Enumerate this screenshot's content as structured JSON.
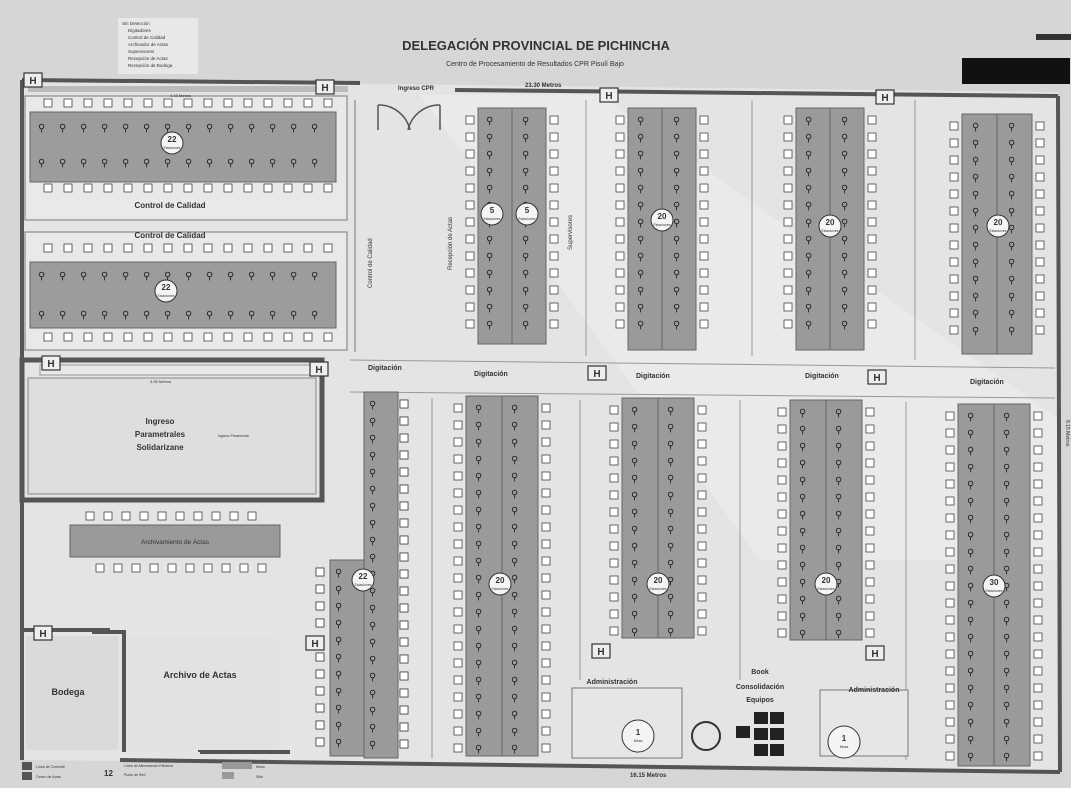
{
  "header": {
    "title": "DELEGACIÓN PROVINCIAL DE PICHINCHA",
    "subtitle": "Centro de Procesamiento de Resultados CPR Pisulí Bajo",
    "legend_items": [
      "Sin Detección",
      "Digitadores",
      "Control de Calidad",
      "Archivador de Actas",
      "Supervisores",
      "Recepción de Actas",
      "Recepción de Bodega"
    ]
  },
  "dimensions": {
    "top_main": "23.30 Metros",
    "bottom": "16.15 Metros",
    "right": "8.15 Metros",
    "top_left_small": "4.15 Metros",
    "mid_left_small": "3.95 Metros"
  },
  "rooms": {
    "entry": "Ingreso CPR",
    "control_calidad_top": "Control de Calidad",
    "control_calidad_mid": "Control de Calidad",
    "ingreso_box": [
      "Ingreso",
      "Parametrales",
      "Solidarizane"
    ],
    "ingreso_note": "Ingreso Paramental",
    "archivamiento": "Archivamiento de Actas",
    "bodega": "Bodega",
    "archivo": "Archivo de Actas",
    "administracion_left": "Administración",
    "administracion_right": "Administración",
    "book": [
      "Book",
      "Consolidación",
      "Equipos"
    ],
    "control_vertical": "Control de Calidad",
    "recepcion_vertical": "Recepción de Actas",
    "supervisores_vertical": "Supervisores"
  },
  "digitacion": [
    "Digitación",
    "Digitación",
    "Digitación",
    "Digitación",
    "Digitación"
  ],
  "tables": {
    "cc_top": {
      "count": "22",
      "label": "Estaciones"
    },
    "cc_mid": {
      "count": "22",
      "label": "Estaciones"
    },
    "recep_a": {
      "count": "5",
      "label": "Estaciones"
    },
    "recep_b": {
      "count": "5",
      "label": "Estaciones"
    },
    "top_1": {
      "count": "20",
      "label": "Estaciones"
    },
    "top_2": {
      "count": "20",
      "label": "Estaciones"
    },
    "top_3": {
      "count": "20",
      "label": "Estaciones"
    },
    "bot_0": {
      "count": "22",
      "label": "Estaciones"
    },
    "bot_1": {
      "count": "20",
      "label": "Estaciones"
    },
    "bot_2": {
      "count": "20",
      "label": "Estaciones"
    },
    "bot_3": {
      "count": "20",
      "label": "Estaciones"
    },
    "bot_4": {
      "count": "30",
      "label": "Estaciones"
    },
    "admin_left": {
      "count": "1",
      "label": "Mesa"
    },
    "admin_right": {
      "count": "1",
      "label": "Mesa"
    }
  },
  "footer": {
    "legend_1": "Línea de Corriente",
    "legend_2": "Centro de Actas",
    "legend_3": "Línea de Alimentación Eléctrica",
    "legend_4": "Punto de Red",
    "legend_5": "Mesa",
    "legend_6": "Silla",
    "legend_num": "12"
  },
  "colors": {
    "wall": "#555555",
    "table": "#9a9a9a",
    "floor": "#dcdcdc",
    "room": "#cfcfcf"
  }
}
